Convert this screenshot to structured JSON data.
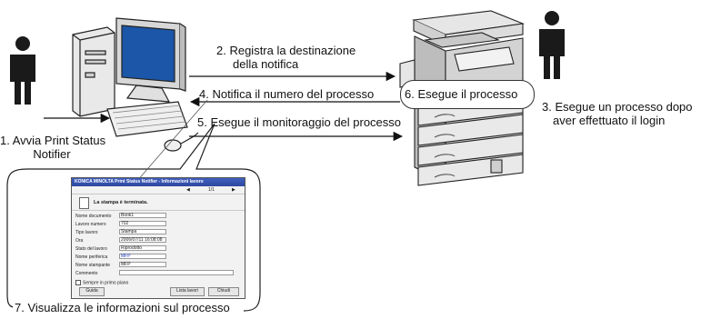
{
  "steps": {
    "s1_line1": "1. Avvia Print Status",
    "s1_line2": "Notifier",
    "s2_line1": "2. Registra la destinazione",
    "s2_line2": "della notifica",
    "s3_line1": "3. Esegue un processo dopo",
    "s3_line2": "aver effettuato il login",
    "s4": "4. Notifica  il numero del processo",
    "s5": "5. Esegue il monitoraggio del processo",
    "s6": "6. Esegue il processo",
    "s7": "7. Visualizza le informazioni sul processo"
  },
  "window": {
    "title": "KONICA MINOLTA Print Status Notifier - Informazioni lavoro",
    "page_indicator": "1/1",
    "heading": "La stampa è terminata.",
    "fields": [
      {
        "label": "Nome documento",
        "value": "Book1"
      },
      {
        "label": "Lavoro numero",
        "value": "702"
      },
      {
        "label": "Tipo lavoro",
        "value": "Stampa"
      },
      {
        "label": "Ora",
        "value": "2006/07/11 16:08:08"
      },
      {
        "label": "Stato del lavoro",
        "value": "Riprodotto"
      },
      {
        "label": "Nome periferica",
        "value": "MFP"
      },
      {
        "label": "Nome stampante",
        "value": "MFP"
      },
      {
        "label": "Commento",
        "value": ""
      }
    ],
    "always_on_top_label": "Sempre in primo piano",
    "btn_guide": "Guida",
    "btn_job_list": "Lista lavori",
    "btn_close": "Chiudi"
  },
  "colors": {
    "ink": "#111111",
    "screen_blue": "#1b56a8",
    "window_title_bar": "#3f5fbf",
    "value_blue": "#1f3fbf"
  }
}
